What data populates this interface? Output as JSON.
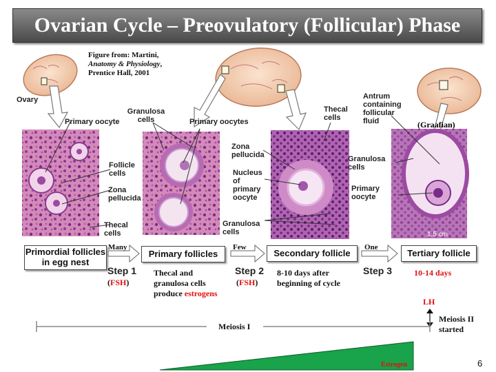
{
  "title": "Ovarian Cycle – Preovulatory (Follicular) Phase",
  "credit": {
    "line1": "Figure from: Martini,",
    "line2": "Anatomy & Physiology",
    "line2_suffix": ",",
    "line3": "Prentice Hall, 2001"
  },
  "labels": {
    "ovary": "Ovary",
    "primary_oocyte": "Primary oocyte",
    "granulosa_cells_1": "Granulosa cells",
    "primary_oocytes": "Primary oocytes",
    "follicle_cells": "Follicle cells",
    "zona_pellucida_1": "Zona pellucida",
    "thecal_cells_1": "Thecal cells",
    "thecal_cells_2": "Thecal cells",
    "zona_pellucida_2": "Zona pellucida",
    "nucleus_primary_oocyte": "Nucleus of primary oocyte",
    "granulosa_cells_2": "Granulosa cells",
    "antrum": "Antrum containing follicular fluid",
    "graafian": "(Graafian)",
    "granulosa_cells_3": "Granulosa cells",
    "primary_oocyte_2": "Primary oocyte",
    "scale": "1.5 cm"
  },
  "stages": [
    {
      "label": "Primordial follicles in egg nest"
    },
    {
      "label": "Primary follicles"
    },
    {
      "label": "Secondary follicle"
    },
    {
      "label": "Tertiary follicle"
    }
  ],
  "counts": [
    "Many",
    "Few",
    "One"
  ],
  "steps": [
    "Step 1",
    "Step 2",
    "Step 3"
  ],
  "hormones": {
    "step1": "FSH",
    "step2": "FSH",
    "paren_open": "(",
    "paren_close": ")"
  },
  "notes": {
    "thecal": "Thecal and granulosa cells produce",
    "estrogens": "estrogens",
    "days": "8-10 days after beginning of cycle",
    "days_red": "10-14 days",
    "lh": "LH",
    "meiosis2": "Meiosis II started",
    "meiosis1": "Meiosis I",
    "estrogen": "Estrogen"
  },
  "page_number": "6",
  "colors": {
    "estrogen_fill": "#19a34b",
    "highlight_red": "#e01010",
    "tissue_pink": "#d98ab8",
    "tissue_purple": "#6a2a7a"
  }
}
